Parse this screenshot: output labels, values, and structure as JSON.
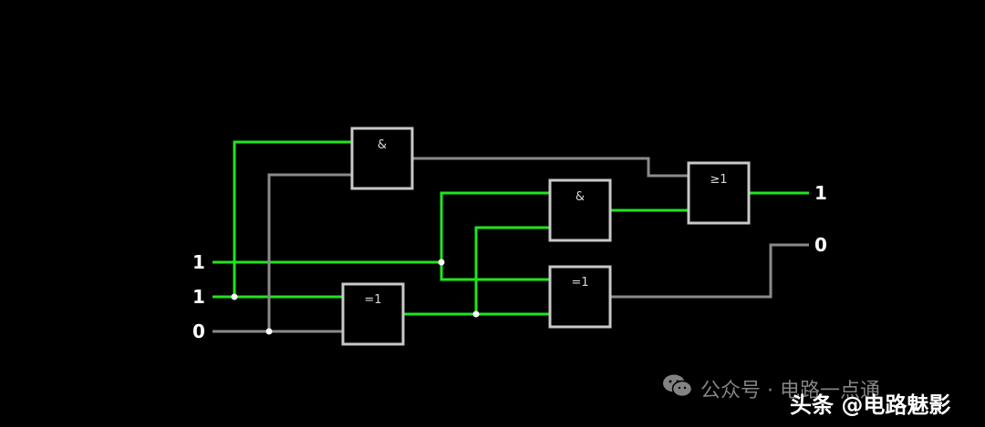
{
  "inputs": [
    {
      "value": "1",
      "state": "high"
    },
    {
      "value": "1",
      "state": "high"
    },
    {
      "value": "0",
      "state": "low"
    }
  ],
  "outputs": [
    {
      "value": "1",
      "state": "high"
    },
    {
      "value": "0",
      "state": "low"
    }
  ],
  "gates": {
    "and1": {
      "symbol": "&"
    },
    "and2": {
      "symbol": "&"
    },
    "xor1": {
      "symbol": "=1"
    },
    "xor2": {
      "symbol": "=1"
    },
    "or1": {
      "symbol": "≥1"
    }
  },
  "watermarks": {
    "wechat": {
      "text": "公众号 · 电路一点通",
      "icon": "wechat-icon"
    },
    "toutiao": {
      "text": "头条 @电路魅影"
    }
  },
  "colors": {
    "background": "#000000",
    "wire_high": "#1fe51f",
    "wire_low": "#8a8a8a",
    "gate_border": "#c9c9c9",
    "label": "#ffffff"
  }
}
